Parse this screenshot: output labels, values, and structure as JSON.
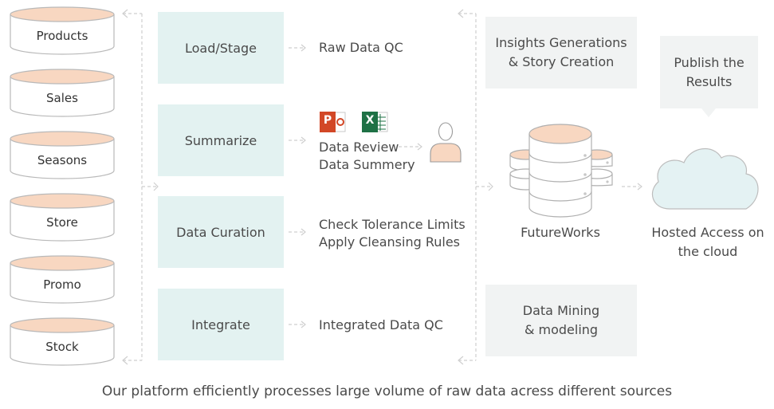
{
  "sources": [
    {
      "label": "Products"
    },
    {
      "label": "Sales"
    },
    {
      "label": "Seasons"
    },
    {
      "label": "Store"
    },
    {
      "label": "Promo"
    },
    {
      "label": "Stock"
    }
  ],
  "stages": [
    {
      "label": "Load/Stage",
      "output": [
        "Raw Data QC"
      ]
    },
    {
      "label": "Summarize",
      "output": [
        "Data Review",
        "Data Summery"
      ]
    },
    {
      "label": "Data Curation",
      "output": [
        "Check Tolerance Limits",
        "Apply Cleansing Rules"
      ]
    },
    {
      "label": "Integrate",
      "output": [
        "Integrated Data QC"
      ]
    }
  ],
  "summarize_icons": {
    "powerpoint": "P",
    "excel": "X"
  },
  "insights_box": [
    "Insights Generations",
    "& Story Creation"
  ],
  "mining_box": [
    "Data Mining",
    "& modeling"
  ],
  "server_label": "FutureWorks",
  "publish_box": [
    "Publish the",
    "Results"
  ],
  "cloud_label": [
    "Hosted Access on",
    "the cloud"
  ],
  "caption": "Our platform efficiently processes large volume of raw data acress different sources",
  "colors": {
    "stage_box": "#e3f2f1",
    "gray_box": "#f1f3f3",
    "db_top": "#f8d7c1",
    "powerpoint": "#d24726",
    "excel": "#1e7145",
    "cloud": "#e4f2f3"
  }
}
